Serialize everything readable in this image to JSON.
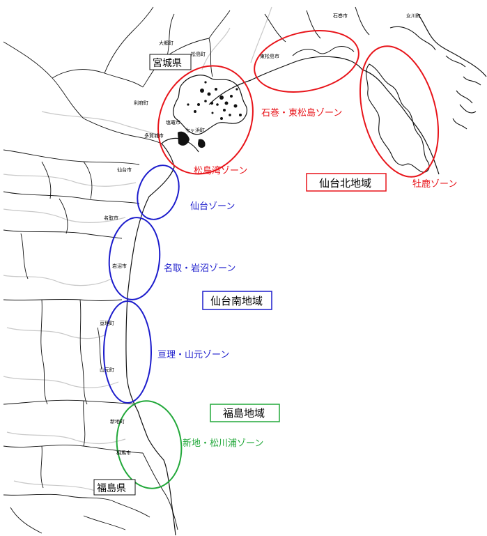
{
  "prefectures": {
    "miyagi": "宮城県",
    "fukushima": "福島県"
  },
  "regions": {
    "sendai_north": {
      "label": "仙台北地域",
      "color": "#e8141a"
    },
    "sendai_south": {
      "label": "仙台南地域",
      "color": "#1c1ccc"
    },
    "fukushima": {
      "label": "福島地域",
      "color": "#22a83a"
    }
  },
  "zones": {
    "matsushima_bay": "松島湾ゾーン",
    "ishinomaki_higashimatsushima": "石巻・東松島ゾーン",
    "oshika": "牡鹿ゾーン",
    "sendai": "仙台ゾーン",
    "natori_iwanuma": "名取・岩沼ゾーン",
    "watari_yamamoto": "亘理・山元ゾーン",
    "shinchi_matsukawaura": "新地・松川浦ゾーン"
  },
  "municipalities": {
    "ishinomaki": "石巻市",
    "onagawa": "女川町",
    "osato": "大郷町",
    "matsushima": "松島町",
    "higashimatsushima": "東松島市",
    "rifu": "利府町",
    "shiogama": "塩竈市",
    "tagajo": "多賀城市",
    "shichigahama": "七ヶ浜町",
    "sendai": "仙台市",
    "natori": "名取市",
    "iwanuma": "岩沼市",
    "watari": "亘理町",
    "yamamoto": "山元町",
    "shinchi": "新地町",
    "soma": "相馬市"
  }
}
